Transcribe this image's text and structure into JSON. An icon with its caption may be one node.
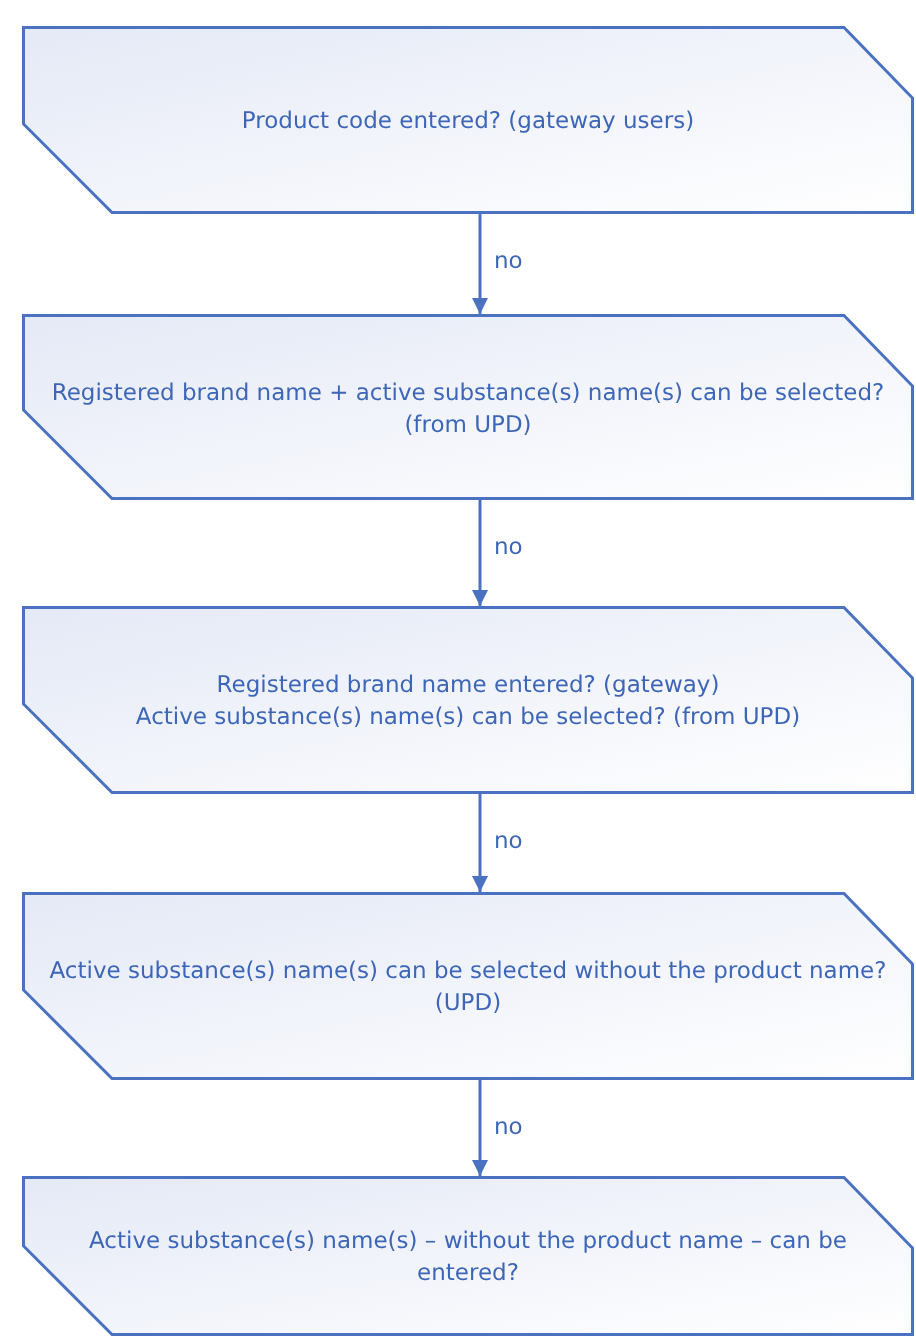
{
  "diagram": {
    "nodes": [
      {
        "text": [
          "Product code entered? (gateway users)"
        ]
      },
      {
        "text": [
          "Registered brand name + active substance(s) name(s) can be selected? (from UPD)"
        ]
      },
      {
        "text": [
          "Registered brand name entered? (gateway)",
          "Active substance(s) name(s) can be selected? (from UPD)"
        ]
      },
      {
        "text": [
          "Active substance(s) name(s) can be selected without the product name? (UPD)"
        ]
      },
      {
        "text": [
          "Active substance(s) name(s) – without the product name – can be entered?"
        ]
      }
    ],
    "edges": [
      {
        "from": 0,
        "to": 1,
        "arrow": "to",
        "label": "no"
      },
      {
        "from": 1,
        "to": 2,
        "arrow": "to",
        "label": "no"
      },
      {
        "from": 2,
        "to": 3,
        "arrow": "to",
        "label": "no"
      },
      {
        "from": 3,
        "to": 4,
        "arrow": "to",
        "label": "no"
      }
    ]
  }
}
